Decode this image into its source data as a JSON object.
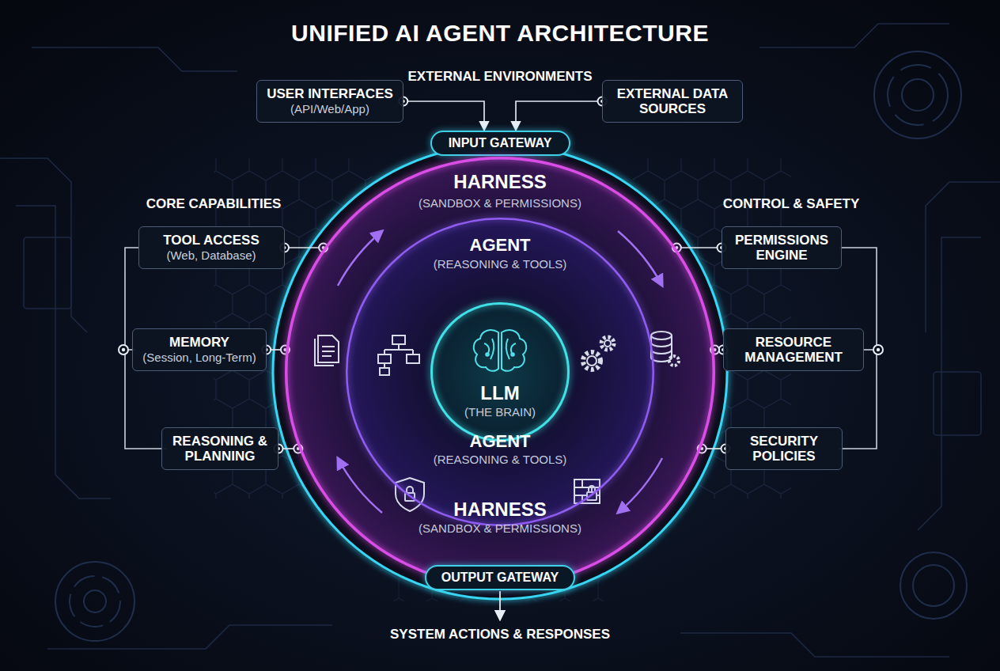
{
  "diagram": {
    "title": "UNIFIED AI AGENT ARCHITECTURE",
    "nodes": [
      {
        "text": [
          "USER INTERFACES",
          "(API/Web/App)"
        ]
      },
      {
        "text": [
          "EXTERNAL DATA SOURCES"
        ]
      },
      {
        "text": [
          "INPUT GATEWAY"
        ]
      },
      {
        "text": [
          "HARNESS",
          "(SANDBOX & PERMISSIONS)",
          "HARNESS",
          "(SANDBOX & PERMISSIONS)"
        ]
      },
      {
        "text": [
          "AGENT",
          "(REASONING & TOOLS)",
          "AGENT",
          "(REASONING & TOOLS)"
        ],
        "in": 3
      },
      {
        "text": [
          "LLM",
          "(THE BRAIN)"
        ],
        "in": 4
      },
      {
        "text": [
          "TOOL ACCESS",
          "(Web, Database)"
        ]
      },
      {
        "text": [
          "MEMORY",
          "(Session, Long-Term)"
        ]
      },
      {
        "text": [
          "REASONING & PLANNING"
        ]
      },
      {
        "text": [
          "PERMISSIONS ENGINE"
        ]
      },
      {
        "text": [
          "RESOURCE MANAGEMENT"
        ]
      },
      {
        "text": [
          "SECURITY POLICIES"
        ]
      },
      {
        "text": [
          "OUTPUT GATEWAY"
        ]
      }
    ],
    "edges": [
      {
        "from": 0,
        "to": 2,
        "arrow": "to"
      },
      {
        "from": 1,
        "to": 2,
        "arrow": "to"
      },
      {
        "from": 6,
        "to": 3,
        "arrow": "none"
      },
      {
        "from": 7,
        "to": 3,
        "arrow": "none"
      },
      {
        "from": 8,
        "to": 3,
        "arrow": "none"
      },
      {
        "from": 9,
        "to": 3,
        "arrow": "none"
      },
      {
        "from": 10,
        "to": 3,
        "arrow": "none"
      },
      {
        "from": 11,
        "to": 3,
        "arrow": "none"
      }
    ],
    "labels": [
      "EXTERNAL ENVIRONMENTS",
      "CORE CAPABILITIES",
      "CONTROL & SAFETY",
      "SYSTEM ACTIONS & RESPONSES"
    ]
  }
}
